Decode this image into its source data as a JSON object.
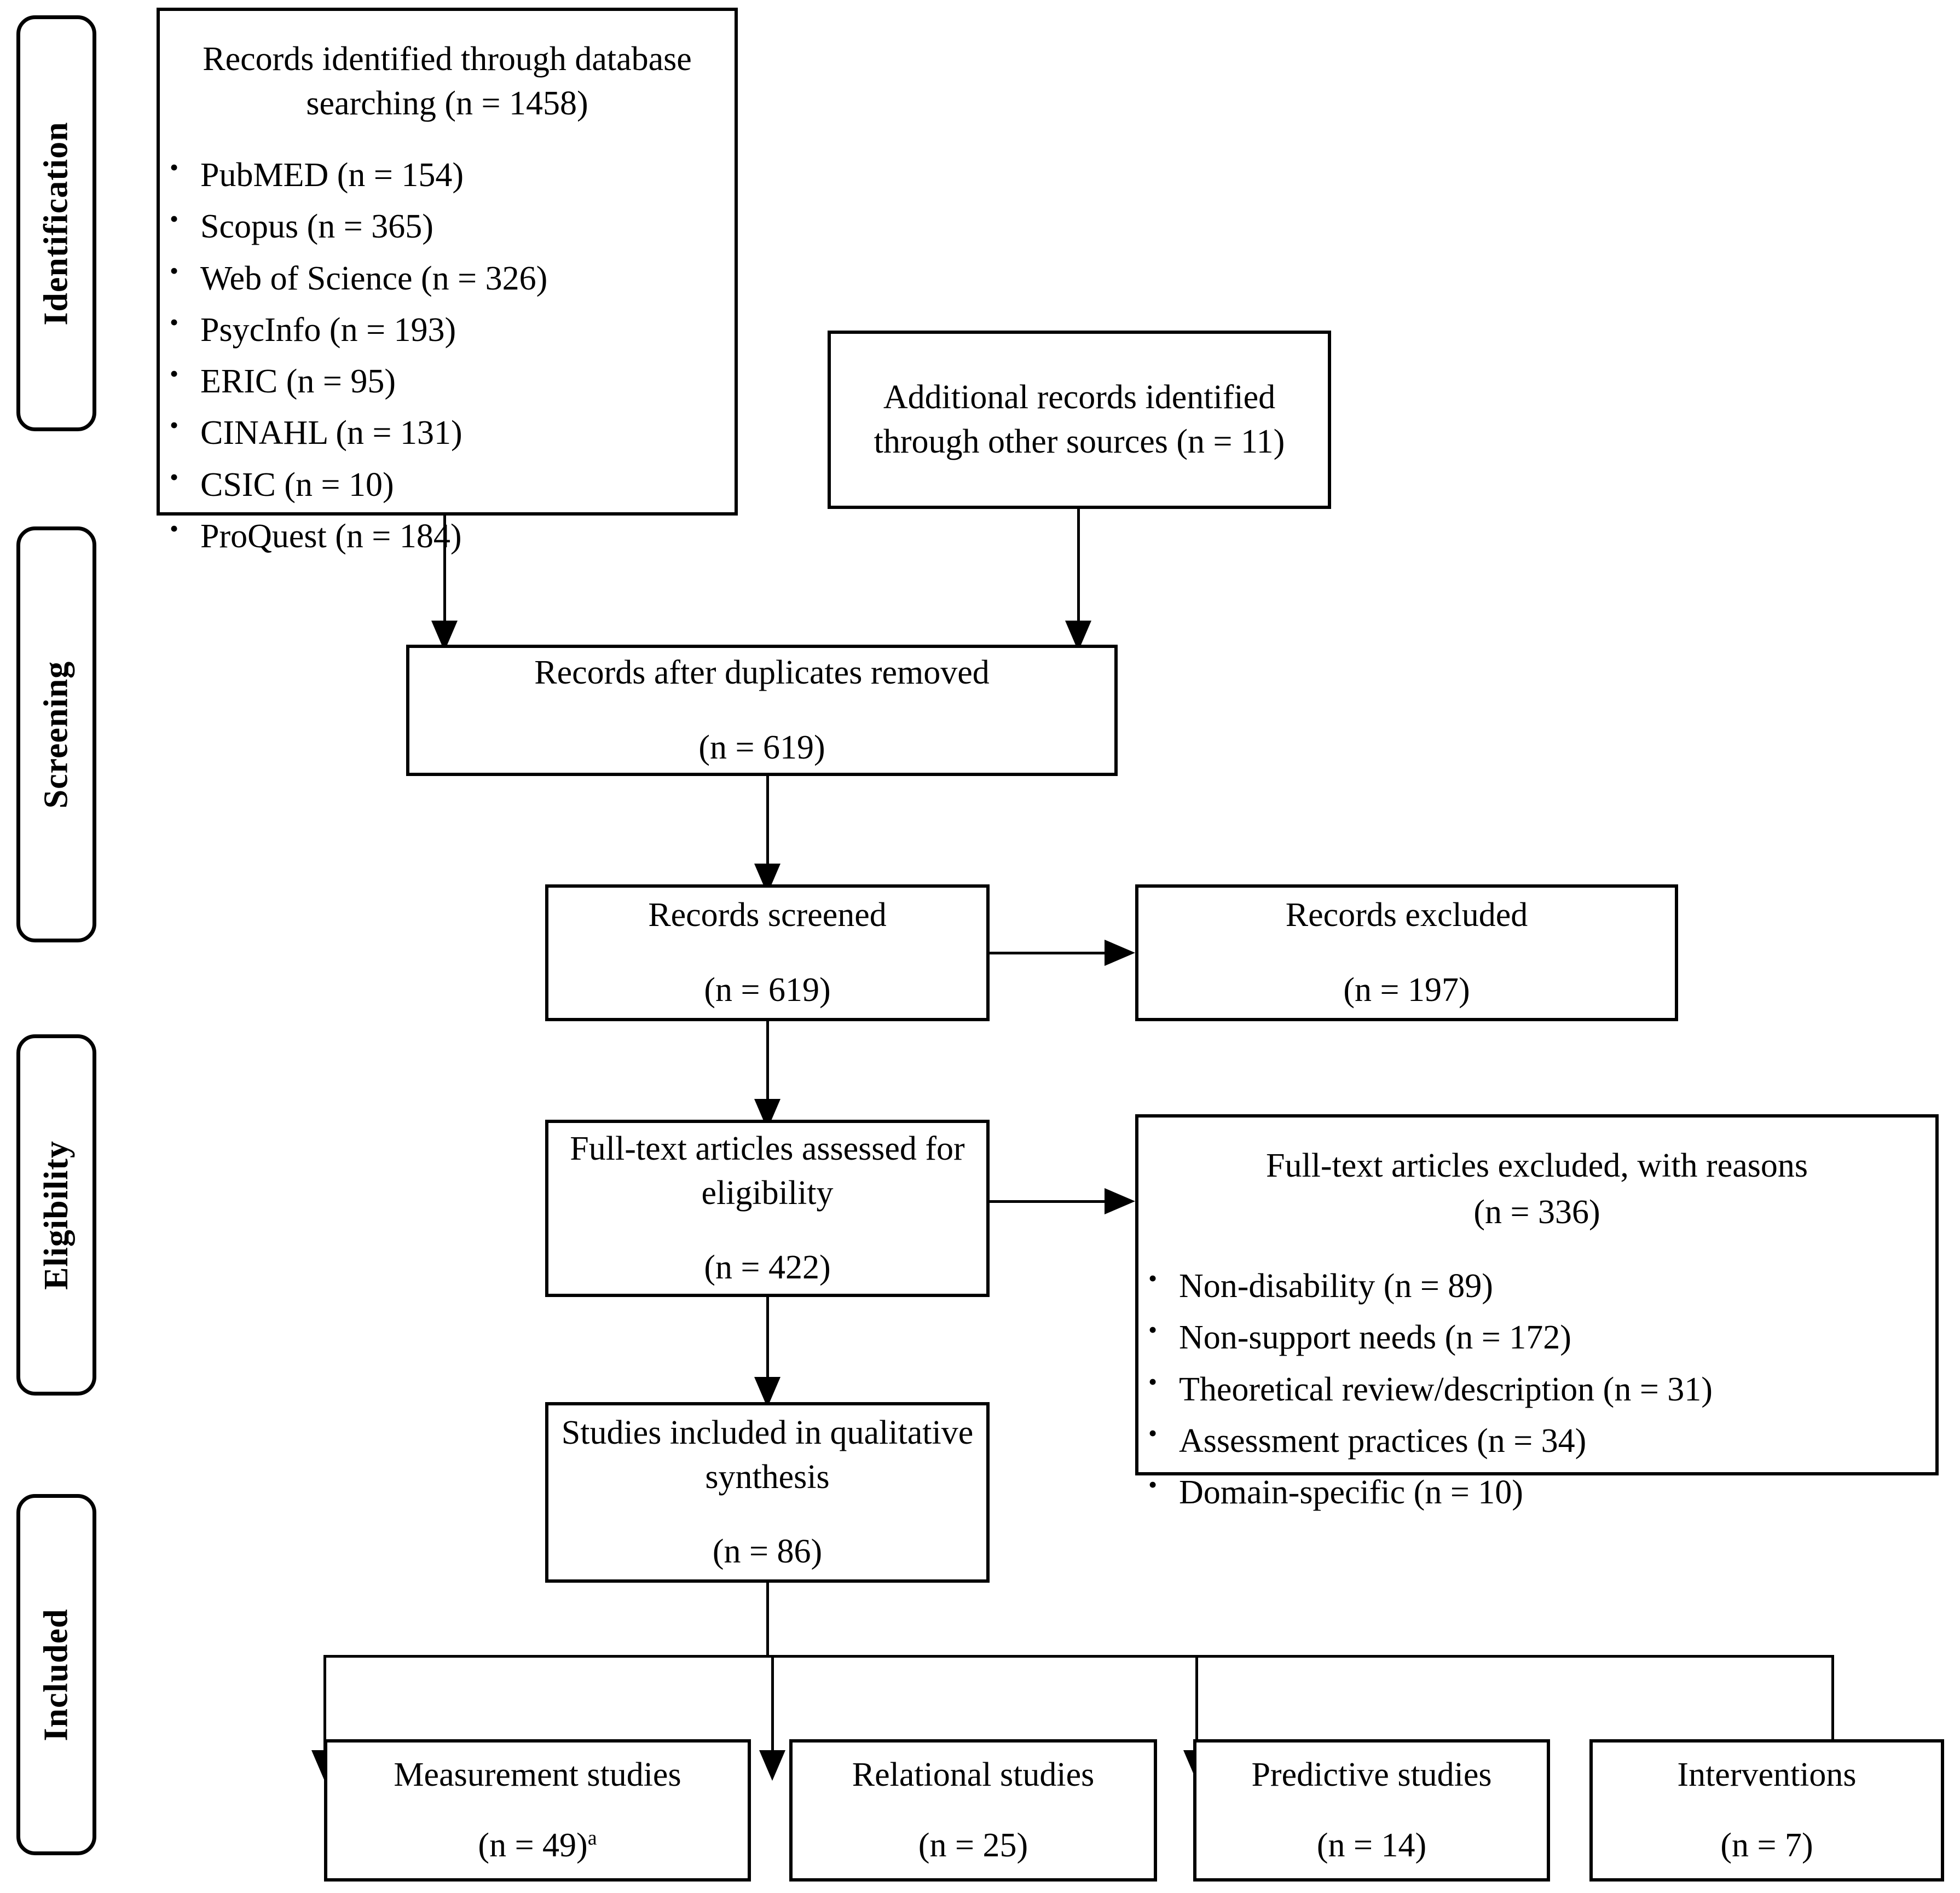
{
  "diagram": {
    "type": "prisma-flow-diagram",
    "stages": [
      {
        "label": "Identification"
      },
      {
        "label": "Screening"
      },
      {
        "label": "Eligibility"
      },
      {
        "label": "Included"
      }
    ],
    "boxes": {
      "database_search": {
        "title": "Records identified through database searching (n = 1458)",
        "sources": [
          "PubMED (n = 154)",
          "Scopus (n = 365)",
          "Web of Science (n = 326)",
          "PsycInfo (n = 193)",
          "ERIC (n = 95)",
          "CINAHL (n = 131)",
          "CSIC (n = 10)",
          "ProQuest (n = 184)"
        ]
      },
      "other_sources": {
        "title": "Additional records identified through other sources (n = 11)"
      },
      "duplicates_removed": {
        "title": "Records after duplicates removed",
        "count": "(n = 619)"
      },
      "records_screened": {
        "title": "Records screened",
        "count": "(n = 619)"
      },
      "records_excluded": {
        "title": "Records excluded",
        "count": "(n = 197)"
      },
      "fulltext_assessed": {
        "title": "Full-text articles assessed for eligibility",
        "count": "(n = 422)"
      },
      "fulltext_excluded": {
        "title": "Full-text articles excluded, with reasons",
        "count": "(n = 336)",
        "reasons": [
          "Non-disability (n = 89)",
          "Non-support needs (n = 172)",
          "Theoretical review/description  (n = 31)",
          "Assessment practices (n = 34)",
          "Domain-specific (n = 10)"
        ]
      },
      "studies_included": {
        "title": "Studies included in qualitative synthesis",
        "count": "(n = 86)"
      },
      "measurement_studies": {
        "title": "Measurement studies",
        "count": "(n = 49)",
        "footnote_marker": "a"
      },
      "relational_studies": {
        "title": "Relational studies",
        "count": "(n = 25)"
      },
      "predictive_studies": {
        "title": "Predictive studies",
        "count": "(n = 14)"
      },
      "interventions": {
        "title": "Interventions",
        "count": "(n = 7)"
      }
    },
    "colors": {
      "line": "#000000",
      "background": "#ffffff",
      "text": "#000000"
    }
  }
}
